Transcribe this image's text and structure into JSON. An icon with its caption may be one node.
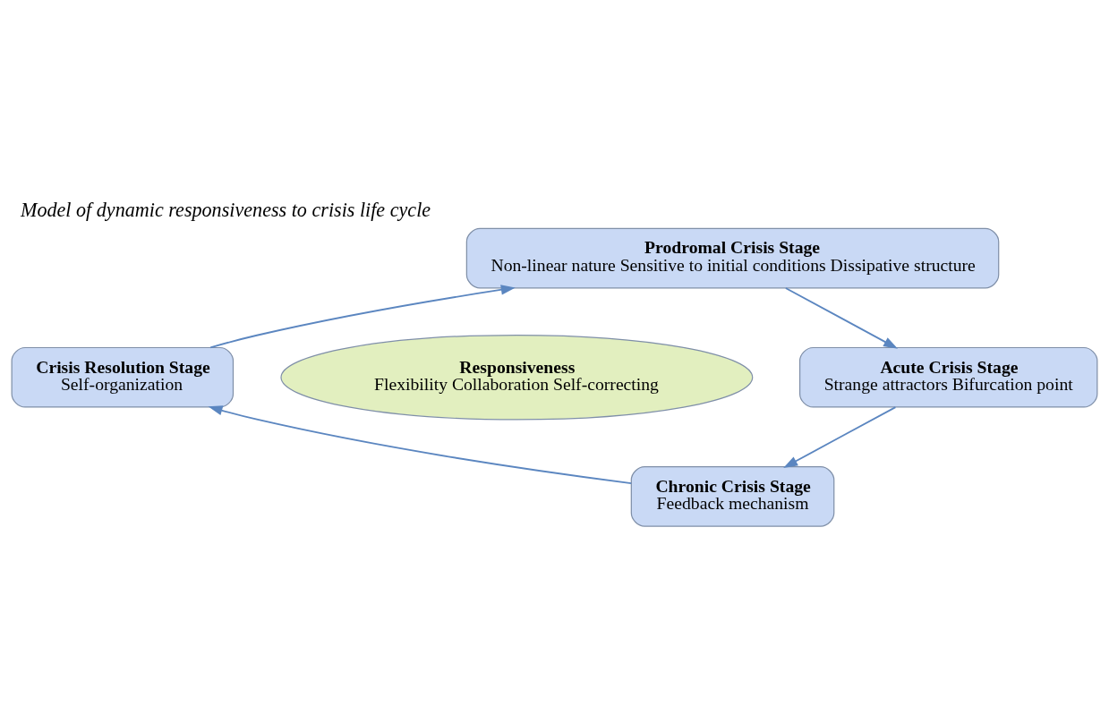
{
  "diagram": {
    "title": "Model of dynamic responsiveness to crisis life cycle",
    "nodes": [
      {
        "text": [
          "Prodromal Crisis Stage",
          "Non-linear nature Sensitive to initial conditions Dissipative structure"
        ]
      },
      {
        "text": [
          "Acute Crisis Stage",
          "Strange attractors Bifurcation point"
        ]
      },
      {
        "text": [
          "Chronic Crisis Stage",
          "Feedback mechanism"
        ]
      },
      {
        "text": [
          "Crisis Resolution Stage",
          "Self-organization"
        ]
      },
      {
        "text": [
          "Responsiveness",
          "Flexibility Collaboration Self-correcting"
        ]
      }
    ],
    "edges": [
      {
        "from": 0,
        "to": 1,
        "arrow": "to"
      },
      {
        "from": 1,
        "to": 2,
        "arrow": "to"
      },
      {
        "from": 2,
        "to": 3,
        "arrow": "to"
      },
      {
        "from": 3,
        "to": 0,
        "arrow": "to"
      }
    ]
  }
}
